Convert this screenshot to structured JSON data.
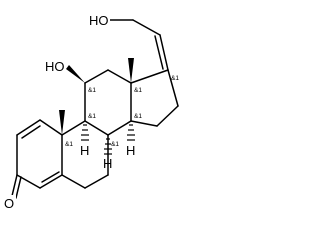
{
  "molecule": {
    "atom_labels": {
      "hydroxyl_top": "HO",
      "hydroxyl_11": "HO",
      "carbonyl_o": "O",
      "h_9": "H",
      "h_8": "H",
      "h_14": "H"
    },
    "stereo_labels": {
      "c11": "&1",
      "c13": "&1",
      "c17": "&1",
      "c9": "&1",
      "c10": "&1",
      "c8": "&1",
      "c14": "&1"
    }
  }
}
